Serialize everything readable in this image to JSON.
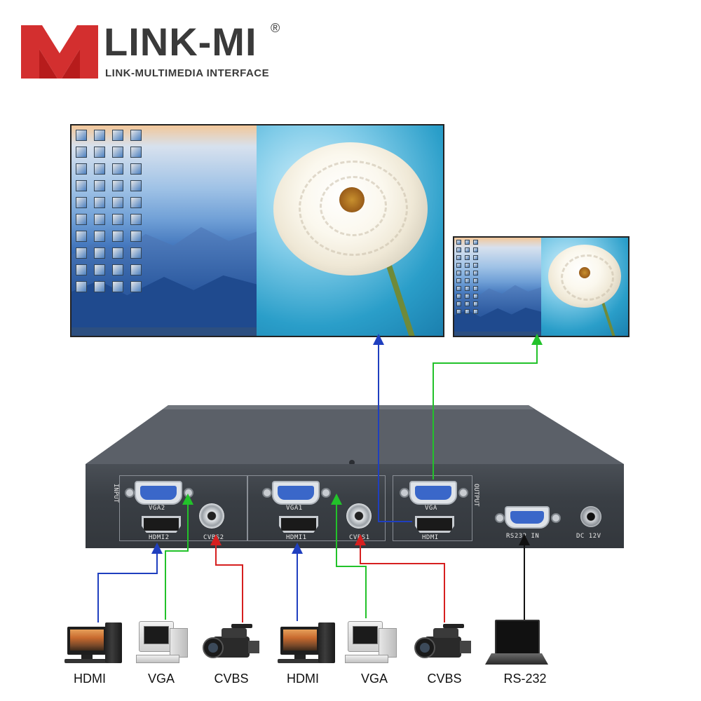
{
  "brand": {
    "name": "LINK-MI",
    "registered": "®",
    "tagline": "LINK-MULTIMEDIA INTERFACE",
    "logo_color": "#d32f2f"
  },
  "device": {
    "input_label": "INPUT",
    "output_label": "OUTPUT",
    "ports": {
      "vga2": "VGA2",
      "hdmi2": "HDMI2",
      "cvbs2": "CVBS2",
      "vga1": "VGA1",
      "hdmi1": "HDMI1",
      "cvbs1": "CVBS1",
      "vga_out": "VGA",
      "hdmi_out": "HDMI",
      "rs232": "RS232  IN",
      "dc": "DC 12V"
    }
  },
  "sources": [
    {
      "label": "HDMI",
      "icon": "desktop-pc-icon"
    },
    {
      "label": "VGA",
      "icon": "crt-pc-icon"
    },
    {
      "label": "CVBS",
      "icon": "camcorder-icon"
    },
    {
      "label": "HDMI",
      "icon": "desktop-pc-icon"
    },
    {
      "label": "VGA",
      "icon": "crt-pc-icon"
    },
    {
      "label": "CVBS",
      "icon": "camcorder-icon"
    },
    {
      "label": "RS-232",
      "icon": "laptop-icon"
    }
  ],
  "colors": {
    "hdmi_line": "#1f3fbf",
    "vga_line": "#22c22a",
    "cvbs_line": "#d61f1f",
    "rs232_line": "#111111"
  }
}
